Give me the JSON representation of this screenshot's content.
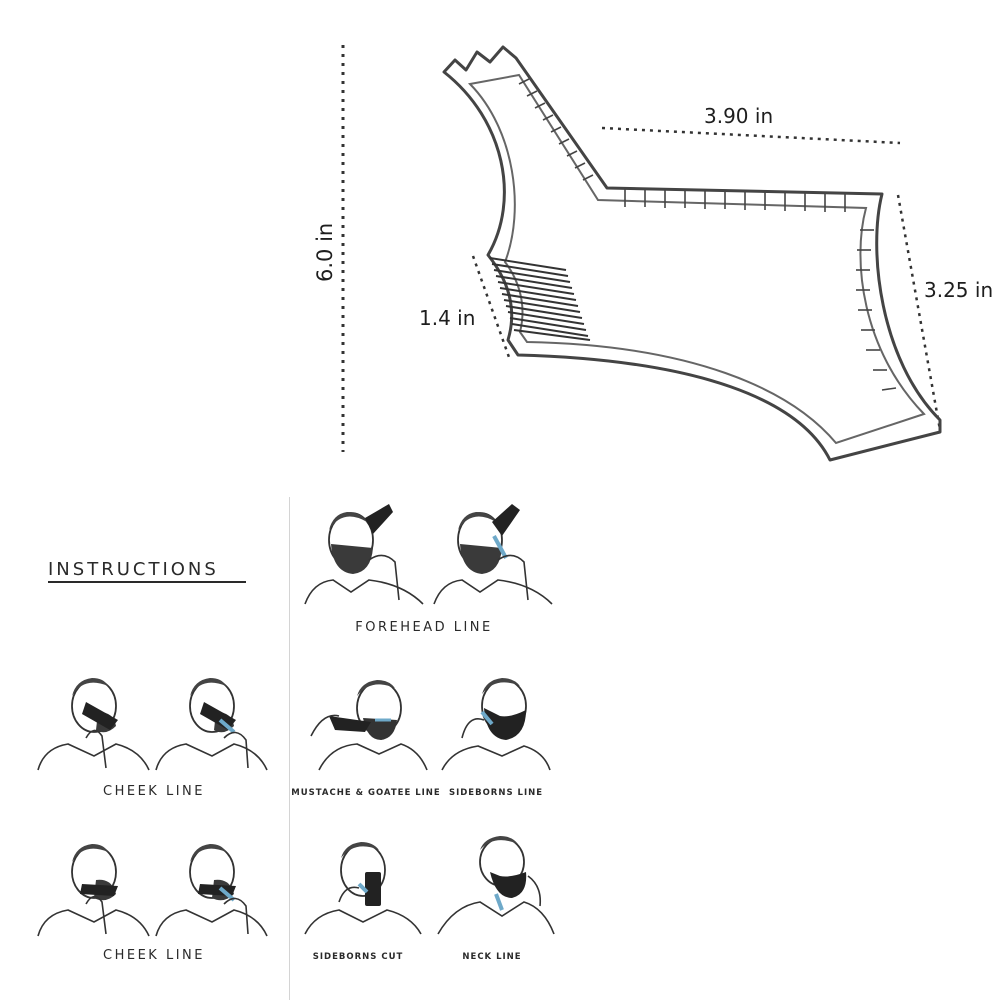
{
  "dimensions": {
    "height": "6.0 in",
    "top_width": "3.90 in",
    "right_height": "3.25 in",
    "comb_width": "1.4 in"
  },
  "instructions": {
    "title": "INSTRUCTIONS"
  },
  "steps": {
    "forehead": "FOREHEAD LINE",
    "cheek_1": "CHEEK LINE",
    "mustache_goatee": "MUSTACHE & GOATEE LINE",
    "sideborns_line": "SIDEBORNS LINE",
    "cheek_2": "CHEEK LINE",
    "sideborns_cut": "SIDEBORNS CUT",
    "neck": "NECK LINE"
  },
  "colors": {
    "ink": "#222222",
    "accent": "#6ea9c9",
    "beard": "#3a3a3a"
  }
}
